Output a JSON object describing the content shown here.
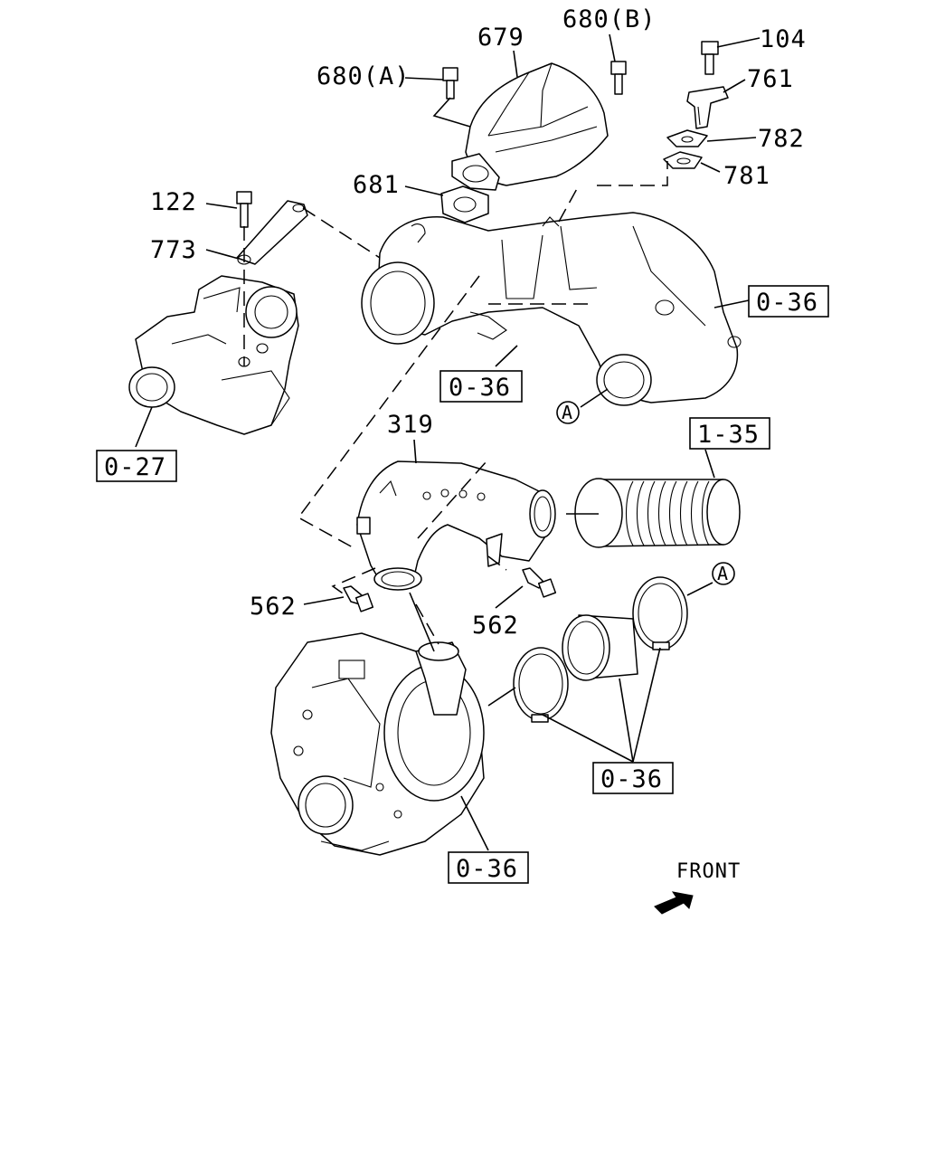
{
  "callouts": {
    "p679": "679",
    "p680b": "680(B)",
    "p104": "104",
    "p680a": "680(A)",
    "p761": "761",
    "p782": "782",
    "p781": "781",
    "p681": "681",
    "p122": "122",
    "p773": "773",
    "p319": "319",
    "p562_left": "562",
    "p562_right": "562"
  },
  "section_refs": {
    "ref_036_manifold": "0-36",
    "ref_036_bolt": "0-36",
    "ref_027": "0-27",
    "ref_135": "1-35",
    "ref_036_clamps": "0-36",
    "ref_036_turbo": "0-36"
  },
  "connector_marks": {
    "a_manifold": "A",
    "a_clamp": "A"
  },
  "orientation": {
    "label": "FRONT"
  }
}
